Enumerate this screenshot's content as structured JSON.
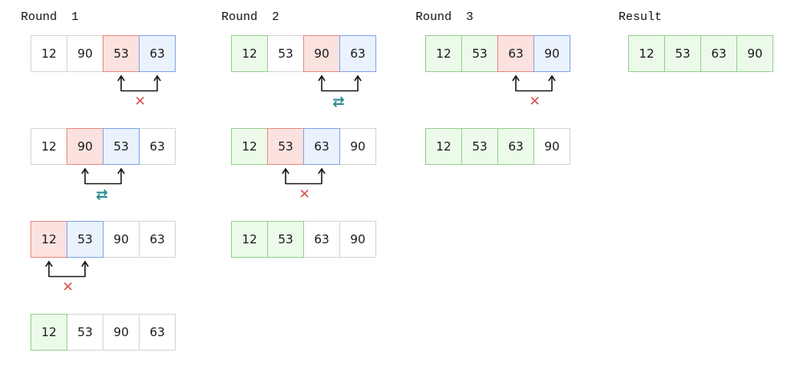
{
  "columns": [
    {
      "title": "Round  1",
      "steps": [
        {
          "cells": [
            {
              "v": "12",
              "s": "plain"
            },
            {
              "v": "90",
              "s": "plain"
            },
            {
              "v": "53",
              "s": "cmpA"
            },
            {
              "v": "63",
              "s": "cmpB"
            }
          ],
          "compare": [
            2,
            3
          ],
          "result": "no-swap"
        },
        {
          "cells": [
            {
              "v": "12",
              "s": "plain"
            },
            {
              "v": "90",
              "s": "cmpA"
            },
            {
              "v": "53",
              "s": "cmpB"
            },
            {
              "v": "63",
              "s": "plain"
            }
          ],
          "compare": [
            1,
            2
          ],
          "result": "swap"
        },
        {
          "cells": [
            {
              "v": "12",
              "s": "cmpA"
            },
            {
              "v": "53",
              "s": "cmpB"
            },
            {
              "v": "90",
              "s": "plain"
            },
            {
              "v": "63",
              "s": "plain"
            }
          ],
          "compare": [
            0,
            1
          ],
          "result": "no-swap"
        },
        {
          "cells": [
            {
              "v": "12",
              "s": "sorted"
            },
            {
              "v": "53",
              "s": "plain"
            },
            {
              "v": "90",
              "s": "plain"
            },
            {
              "v": "63",
              "s": "plain"
            }
          ]
        }
      ]
    },
    {
      "title": "Round  2",
      "steps": [
        {
          "cells": [
            {
              "v": "12",
              "s": "sorted"
            },
            {
              "v": "53",
              "s": "plain"
            },
            {
              "v": "90",
              "s": "cmpA"
            },
            {
              "v": "63",
              "s": "cmpB"
            }
          ],
          "compare": [
            2,
            3
          ],
          "result": "swap"
        },
        {
          "cells": [
            {
              "v": "12",
              "s": "sorted"
            },
            {
              "v": "53",
              "s": "cmpA"
            },
            {
              "v": "63",
              "s": "cmpB"
            },
            {
              "v": "90",
              "s": "plain"
            }
          ],
          "compare": [
            1,
            2
          ],
          "result": "no-swap"
        },
        {
          "cells": [
            {
              "v": "12",
              "s": "sorted"
            },
            {
              "v": "53",
              "s": "sorted"
            },
            {
              "v": "63",
              "s": "plain"
            },
            {
              "v": "90",
              "s": "plain"
            }
          ]
        }
      ]
    },
    {
      "title": "Round  3",
      "steps": [
        {
          "cells": [
            {
              "v": "12",
              "s": "sorted"
            },
            {
              "v": "53",
              "s": "sorted"
            },
            {
              "v": "63",
              "s": "cmpA"
            },
            {
              "v": "90",
              "s": "cmpB"
            }
          ],
          "compare": [
            2,
            3
          ],
          "result": "no-swap"
        },
        {
          "cells": [
            {
              "v": "12",
              "s": "sorted"
            },
            {
              "v": "53",
              "s": "sorted"
            },
            {
              "v": "63",
              "s": "sorted"
            },
            {
              "v": "90",
              "s": "plain"
            }
          ]
        }
      ]
    },
    {
      "title": "Result",
      "steps": [
        {
          "cells": [
            {
              "v": "12",
              "s": "sorted"
            },
            {
              "v": "53",
              "s": "sorted"
            },
            {
              "v": "63",
              "s": "sorted"
            },
            {
              "v": "90",
              "s": "sorted"
            }
          ]
        }
      ]
    }
  ],
  "marks": {
    "no-swap": "✕",
    "swap": "⇄"
  },
  "colors": {
    "sorted": "#ecfaea",
    "compare_left": "#fbe2df",
    "compare_right": "#eaf2fd",
    "no_swap_mark": "#d9534f",
    "swap_mark": "#2b8a8f"
  }
}
